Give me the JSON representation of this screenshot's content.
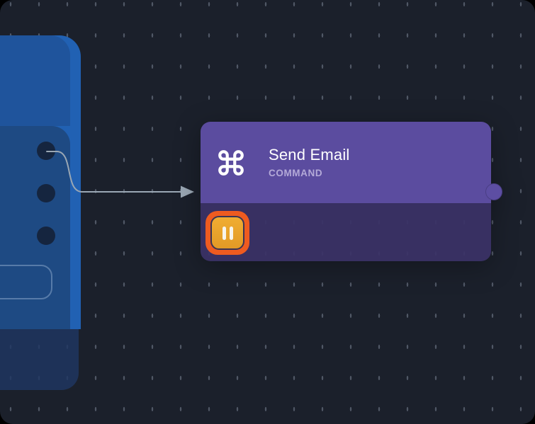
{
  "canvas": {
    "background": "#1B202B",
    "grid_dot_color": "rgba(152,163,182,0.42)"
  },
  "edge": {
    "color": "#9AA7B4"
  },
  "left_node": {
    "base_color": "#2161B3",
    "header_color": "#1F549C",
    "panel_color": "#1E4A83",
    "body_color": "#1F345C",
    "port_color": "#15253F",
    "port_count": 3
  },
  "send_email_node": {
    "title": "Send Email",
    "subtitle": "COMMAND",
    "icon": "command-icon",
    "header_color": "#5B4C9F",
    "body_color": "#393163",
    "title_color": "#FFFFFF",
    "subtitle_color": "#B4AAD8",
    "handle_color": "#5D4EA3",
    "status": {
      "icon": "pause-icon",
      "ring_color": "#EE5B20",
      "fill_color": "#ECA62F",
      "bar_color": "#F7F4EC"
    }
  }
}
